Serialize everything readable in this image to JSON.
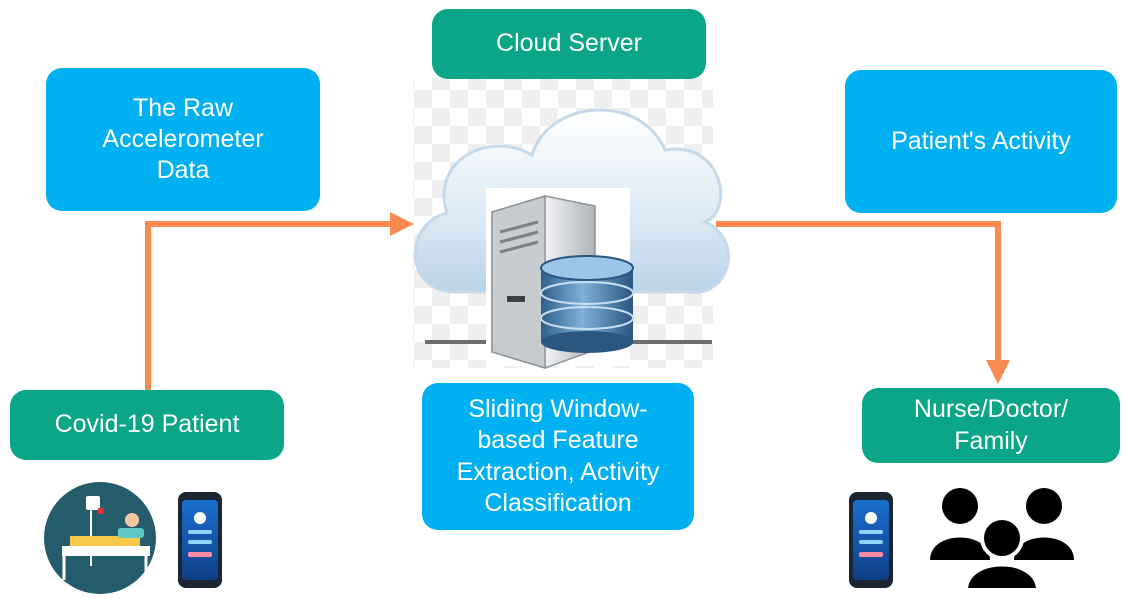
{
  "colors": {
    "blue_box": "#00b0f0",
    "teal_box": "#0aa687",
    "arrow": "#f98b52"
  },
  "labels": {
    "cloud_server": "Cloud Server",
    "raw_data": "The Raw\nAccelerometer\nData",
    "patient_activity": "Patient's Activity",
    "covid_patient": "Covid-19 Patient",
    "processing": "Sliding Window-\nbased Feature\nExtraction, Activity\nClassification",
    "recipients": "Nurse/Doctor/\nFamily"
  },
  "icons": [
    "cloud-server-icon",
    "database-icon",
    "hospital-bed-patient-icon",
    "smartphone-icon",
    "people-group-icon"
  ]
}
